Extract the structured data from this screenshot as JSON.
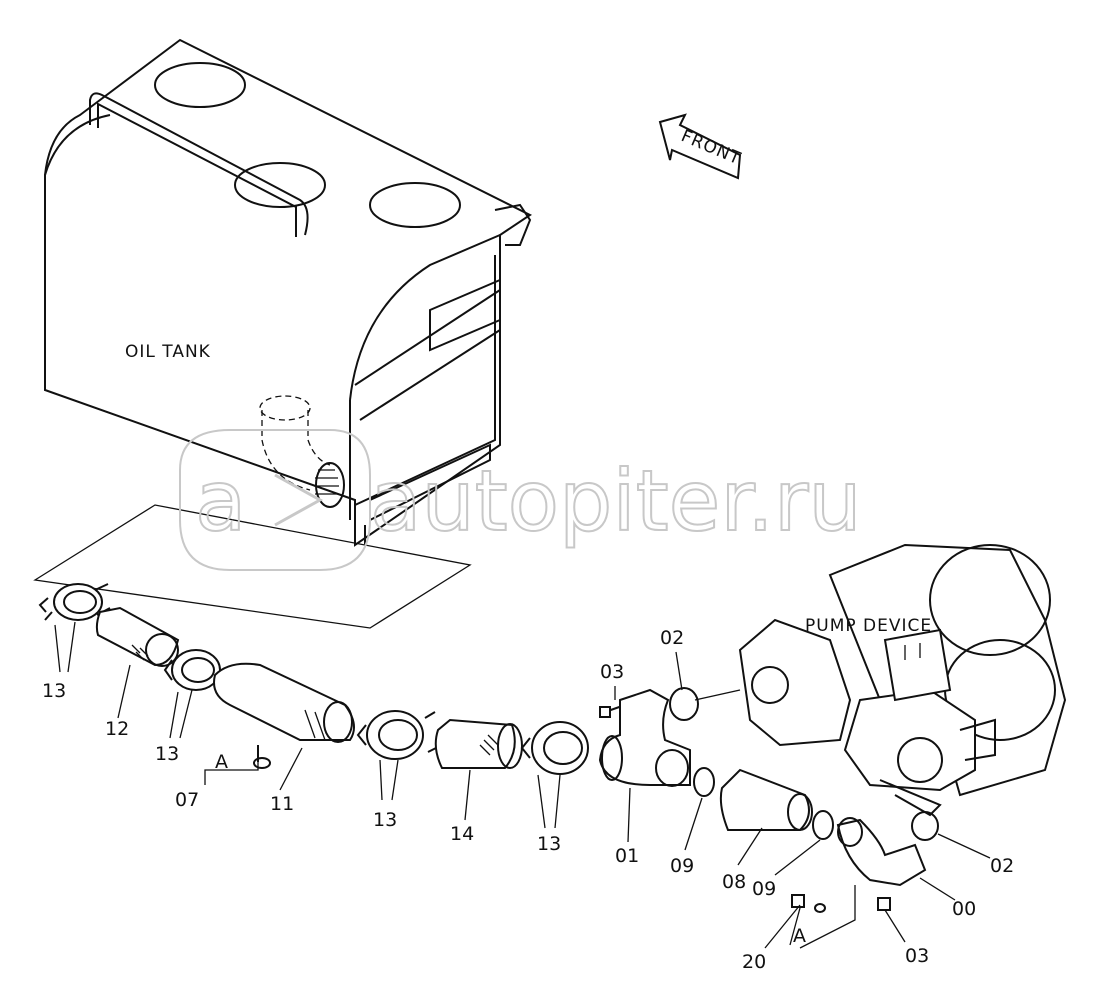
{
  "labels": {
    "oil_tank": "OIL TANK",
    "pump_device": "PUMP DEVICE",
    "front": "FRONT",
    "watermark": "autopiter.ru"
  },
  "callouts": {
    "c13_left": "13",
    "c12": "12",
    "c13_mid": "13",
    "c07": "07",
    "cA_left": "A",
    "c11": "11",
    "c13_center": "13",
    "c14": "14",
    "c13_right": "13",
    "c03_top": "03",
    "c02_top": "02",
    "c01": "01",
    "c09_a": "09",
    "c08": "08",
    "c09_b": "09",
    "c02_right": "02",
    "c00": "00",
    "c03_bottom": "03",
    "c20": "20",
    "cA_right": "A"
  },
  "colors": {
    "line": "#111111",
    "watermark": "#c8c8c8"
  }
}
